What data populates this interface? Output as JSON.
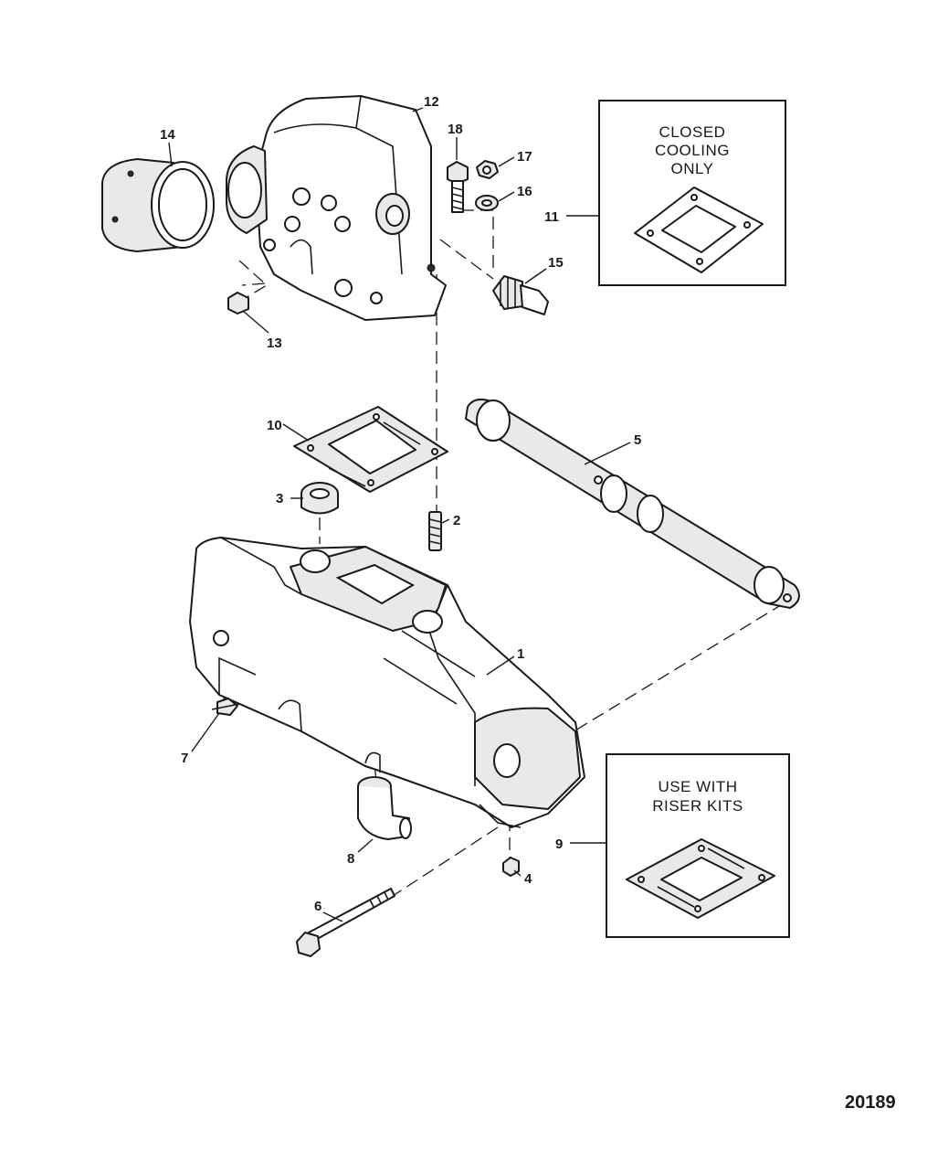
{
  "figure_number": "20189",
  "callouts": [
    "1",
    "2",
    "3",
    "4",
    "5",
    "6",
    "7",
    "8",
    "9",
    "10",
    "11",
    "12",
    "13",
    "14",
    "15",
    "16",
    "17",
    "18"
  ],
  "inset_closed_cooling": {
    "lines": [
      "CLOSED",
      "COOLING",
      "ONLY"
    ]
  },
  "inset_riser_kits": {
    "lines": [
      "USE WITH",
      "RISER KITS"
    ]
  }
}
